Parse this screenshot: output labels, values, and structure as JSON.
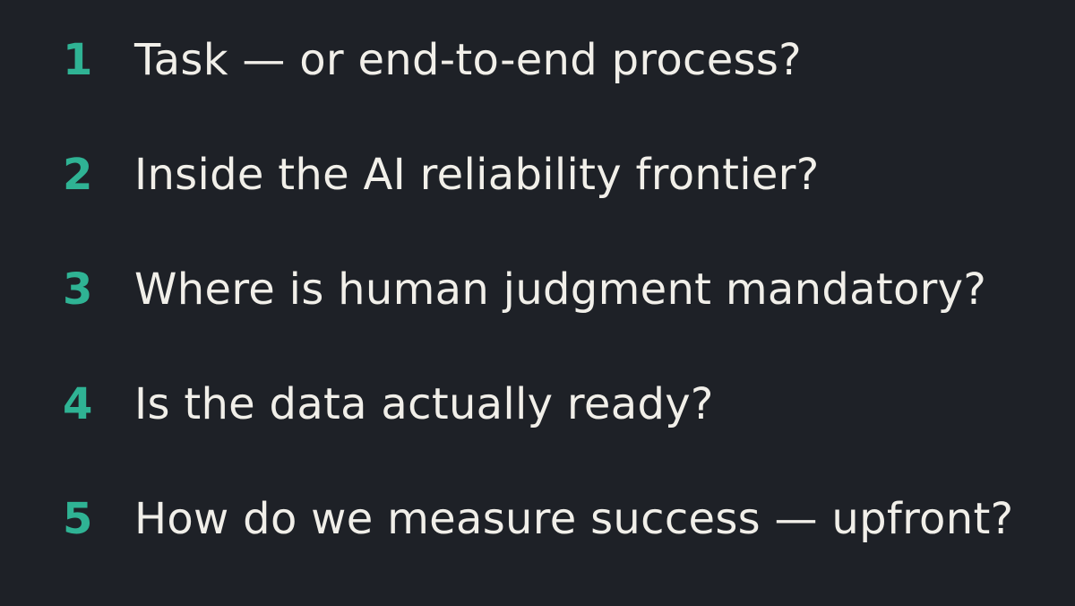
{
  "accent_color": "#2fb394",
  "text_color": "#f1efe9",
  "background_color": "#1e2127",
  "items": [
    {
      "number": "1",
      "text": "Task — or end-to-end process?"
    },
    {
      "number": "2",
      "text": "Inside the AI reliability frontier?"
    },
    {
      "number": "3",
      "text": "Where is human judgment mandatory?"
    },
    {
      "number": "4",
      "text": "Is the data actually ready?"
    },
    {
      "number": "5",
      "text": "How do we measure success — upfront?"
    }
  ]
}
